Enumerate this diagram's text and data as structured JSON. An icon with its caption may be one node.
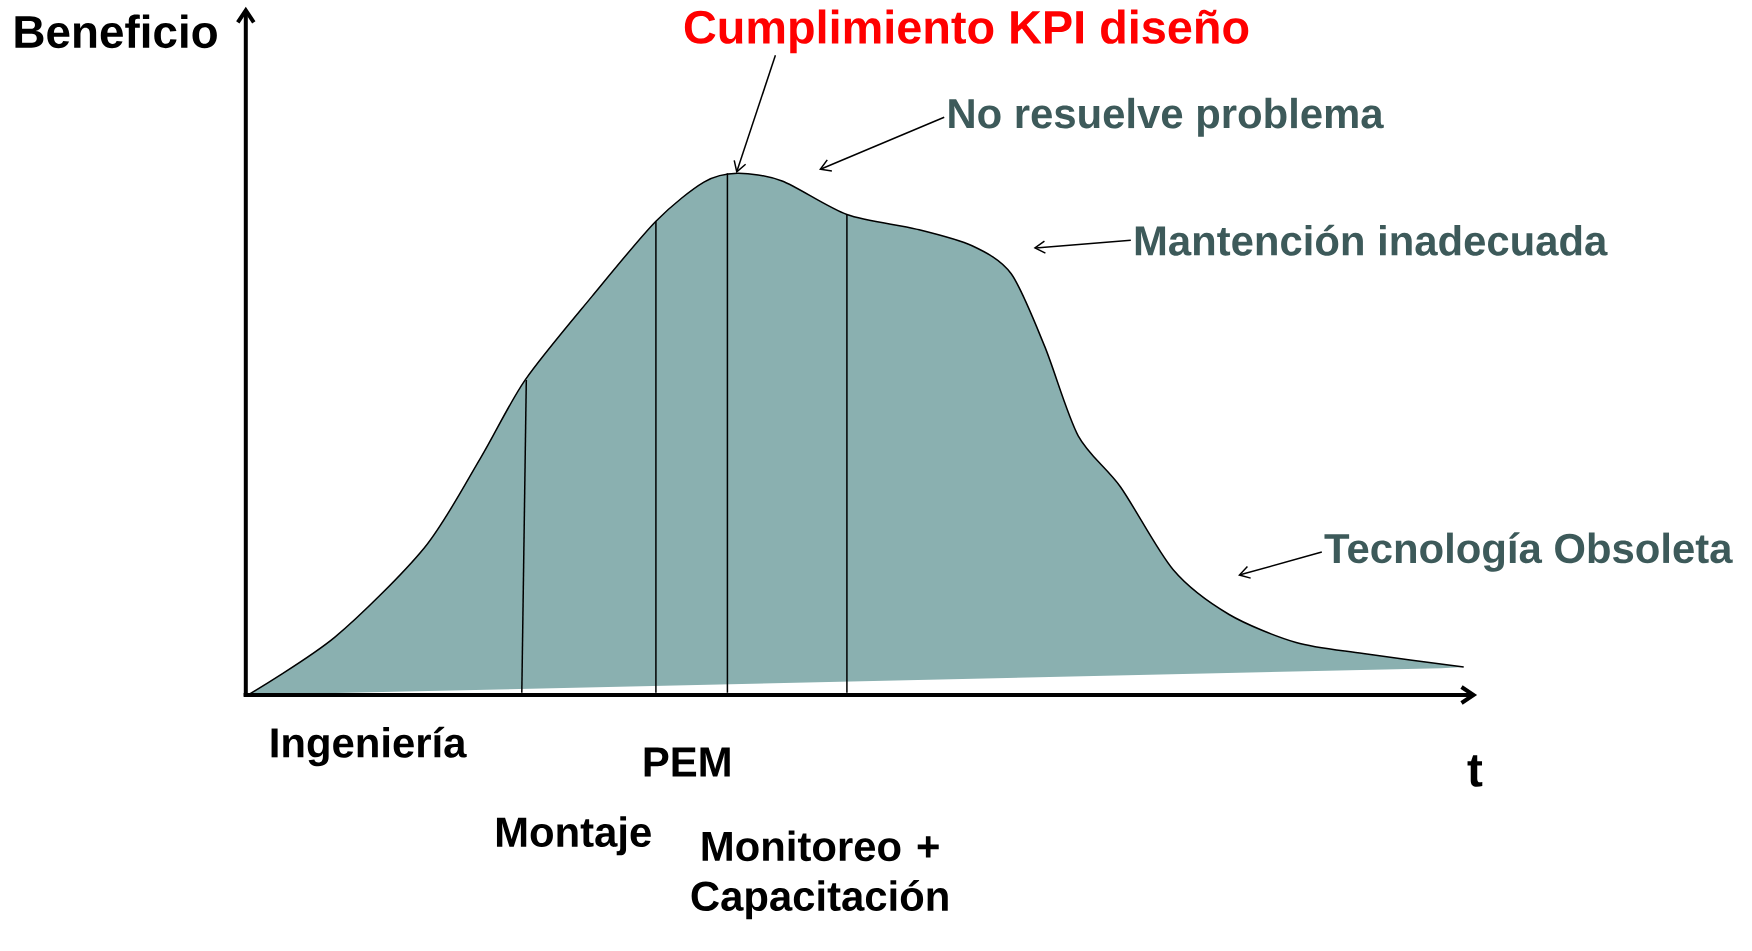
{
  "diagram": {
    "nodes": [
      {
        "text": [
          "Cumplimiento KPI diseño"
        ]
      },
      {
        "text": [
          "No resuelve problema"
        ]
      },
      {
        "text": [
          "Mantención inadecuada"
        ]
      },
      {
        "text": [
          "Tecnología Obsoleta"
        ]
      }
    ],
    "edges": [
      {
        "from": 0,
        "to": null,
        "arrow": "to"
      },
      {
        "from": 1,
        "to": null,
        "arrow": "to"
      },
      {
        "from": 2,
        "to": null,
        "arrow": "to"
      },
      {
        "from": 3,
        "to": null,
        "arrow": "to"
      }
    ],
    "labels": [
      "Beneficio",
      "Ingeniería",
      "PEM",
      "t",
      "Montaje",
      "Monitoreo + Capacitación"
    ]
  }
}
